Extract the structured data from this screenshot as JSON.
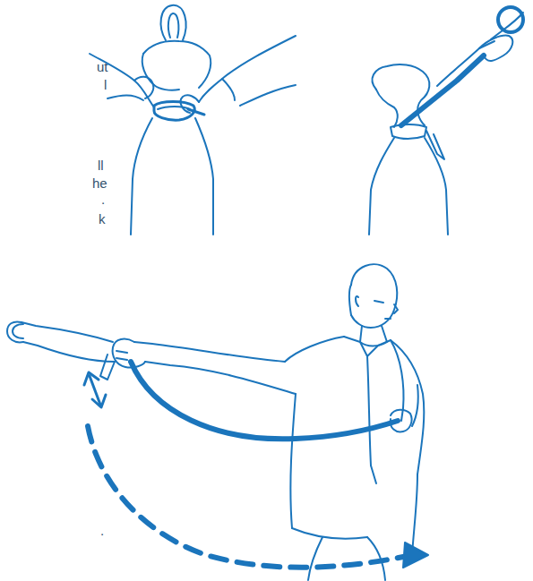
{
  "diagram": {
    "labels": [
      "ut",
      "l",
      "ll",
      "he",
      ".",
      "k",
      "."
    ]
  }
}
